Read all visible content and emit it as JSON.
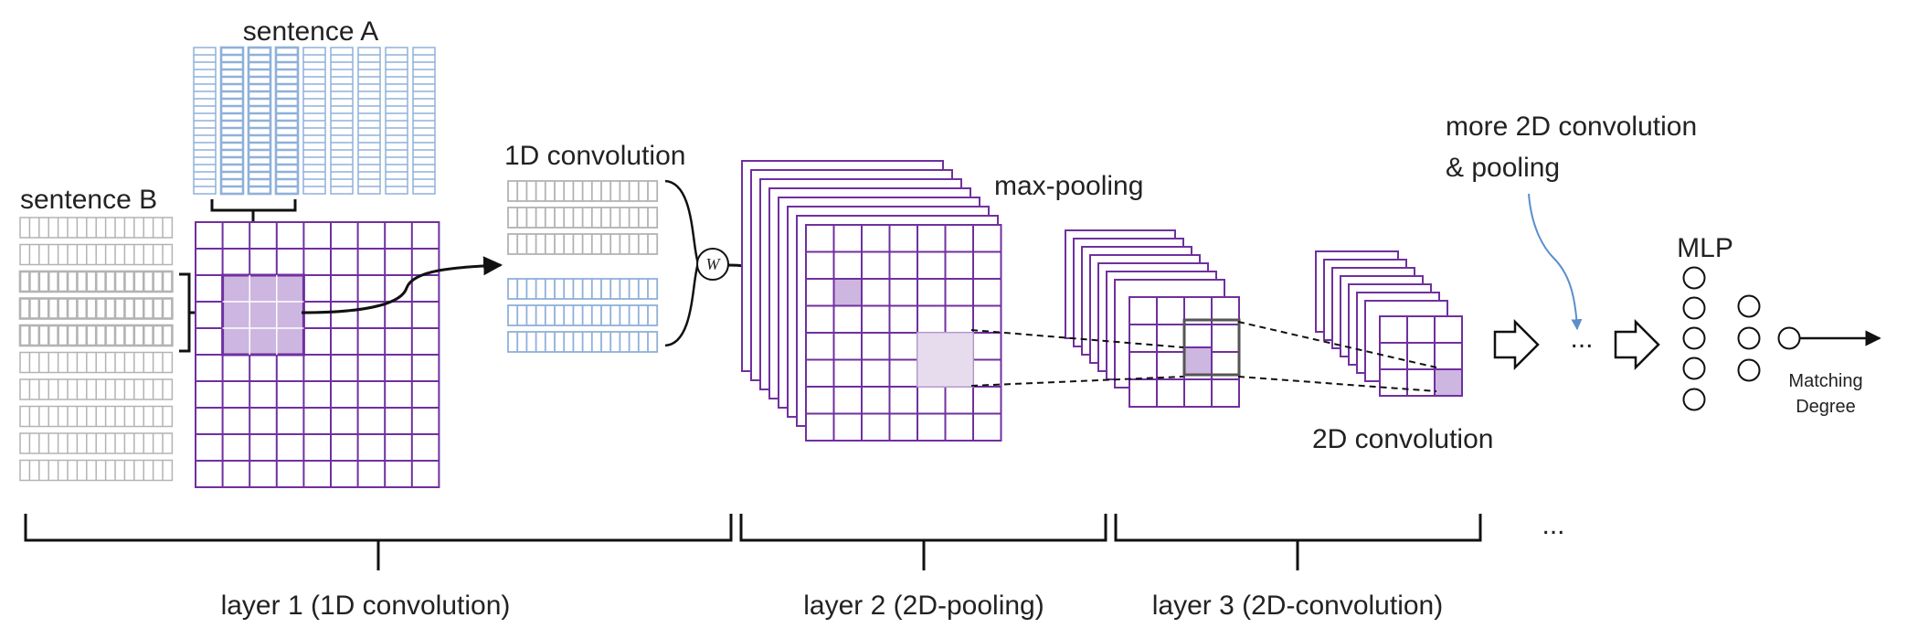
{
  "labels": {
    "sentence_a": "sentence A",
    "sentence_b": "sentence B",
    "conv1d": "1D  convolution",
    "weight": "W",
    "max_pooling": "max-pooling",
    "conv2d": "2D  convolution",
    "more_conv_line1": "more 2D  convolution",
    "more_conv_line2": "&  pooling",
    "ellipsis_flow": "...",
    "mlp": "MLP",
    "matching_line1": "Matching",
    "matching_line2": "Degree",
    "layer1": "layer 1  (1D convolution)",
    "layer2": "layer 2   (2D-pooling)",
    "layer3": "layer 3   (2D-convolution)",
    "ellipsis_layers": "..."
  },
  "colors": {
    "purple": "#7030a0",
    "purple_fill": "#cdb6e0",
    "purple_fill_light": "#e6dcee",
    "blue": "#8fb0d9",
    "grey": "#b3b3b3",
    "line": "#111111",
    "curve_blue": "#5b8fcc"
  }
}
